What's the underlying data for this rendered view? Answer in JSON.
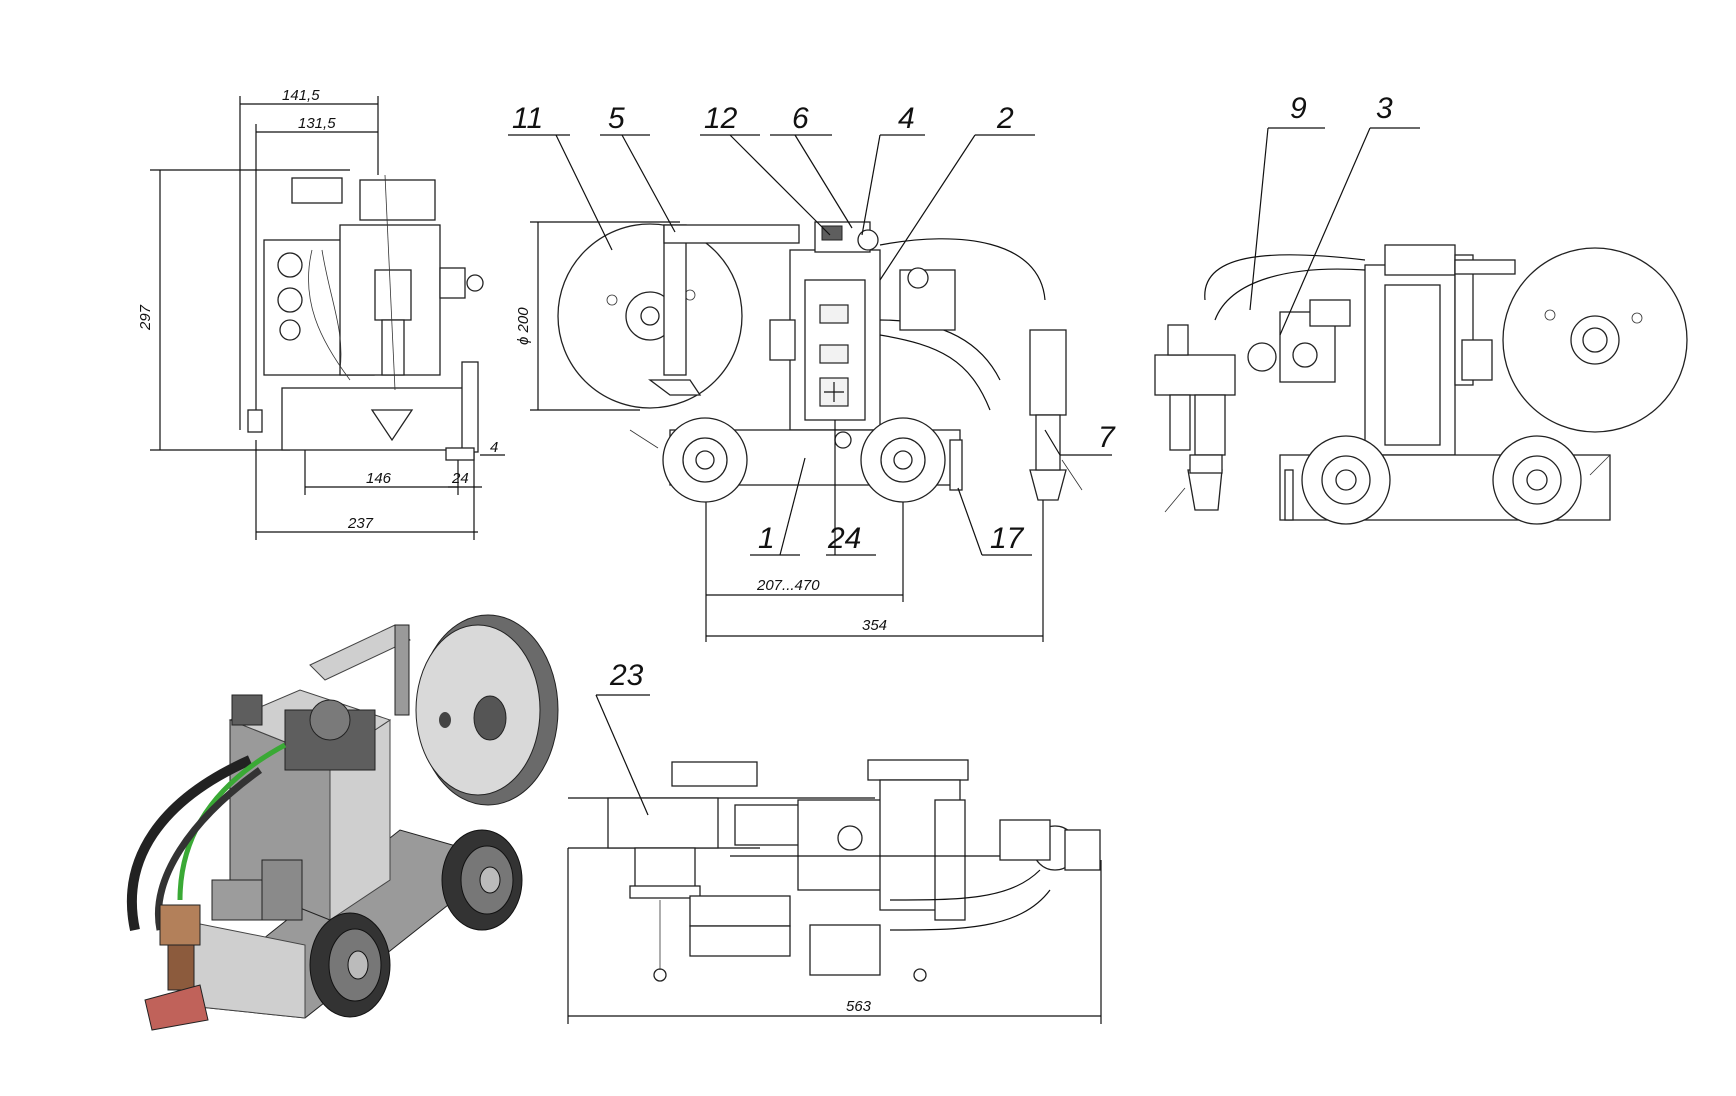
{
  "dimensions": {
    "d141_5": "141,5",
    "d131_5": "131,5",
    "d297": "297",
    "d146": "146",
    "d24": "24",
    "d4": "4",
    "d237": "237",
    "d200": "ϕ 200",
    "d207_470": "207...470",
    "d354": "354",
    "d563": "563"
  },
  "callouts": {
    "c11": "11",
    "c5": "5",
    "c12": "12",
    "c6": "6",
    "c4": "4",
    "c2": "2",
    "c7": "7",
    "c1": "1",
    "c24": "24",
    "c17": "17",
    "c9": "9",
    "c3": "3",
    "c23": "23"
  },
  "colors": {
    "line": "#111111",
    "iso_body": "#9a9a9a",
    "iso_dark": "#4a4a4a",
    "hose_green": "#3aa935",
    "torch_copper": "#b3805a",
    "tip_red": "#c0625a"
  }
}
